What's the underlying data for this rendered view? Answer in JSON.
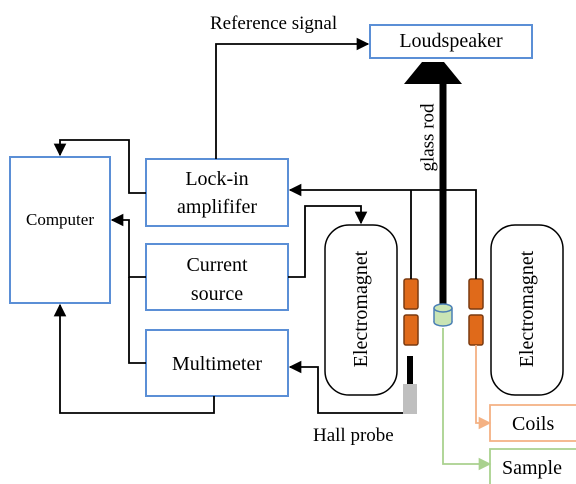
{
  "labels": {
    "reference_signal": "Reference signal",
    "loudspeaker": "Loudspeaker",
    "glass_rod": "glass rod",
    "computer": "Computer",
    "lockin_line1": "Lock-in",
    "lockin_line2": "amplififer",
    "current_line1": "Current",
    "current_line2": "source",
    "multimeter": "Multimeter",
    "electromagnet_left": "Electromagnet",
    "electromagnet_right": "Electromagnet",
    "hall_probe": "Hall probe",
    "coils": "Coils",
    "sample": "Sample"
  },
  "colors": {
    "box_border": "#5b8fd6",
    "coil_fill": "#e06a1a",
    "coil_border": "#7a3a10",
    "coils_line": "#f4b183",
    "sample_line": "#a9d18e",
    "sample_fill": "#c9e4b4",
    "sample_border": "#4a7fb5",
    "probe_gray": "#bfbfbf"
  }
}
